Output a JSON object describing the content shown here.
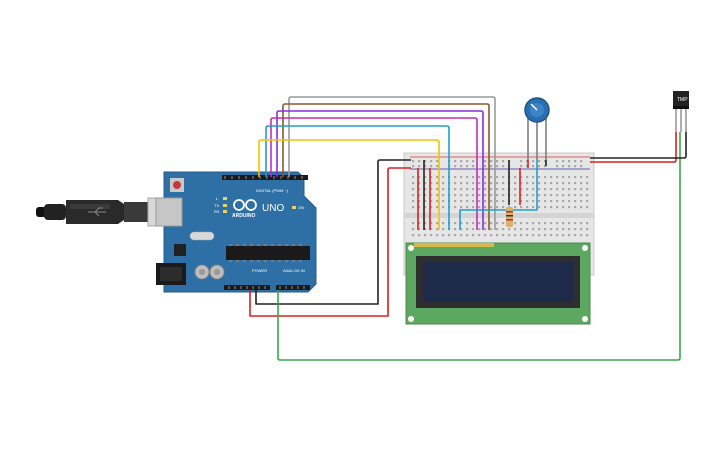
{
  "arduino": {
    "brand": "ARDUINO",
    "model": "UNO",
    "header_digital": "DIGITAL (PWM ~)",
    "header_power": "POWER",
    "header_analog": "ANALOG IN",
    "led_tx": "TX",
    "led_rx": "RX",
    "led_l": "L",
    "led_on": "ON"
  },
  "sensor": {
    "label": "TMP"
  },
  "colors": {
    "board": "#2e6fa5",
    "wire_red": "#d92020",
    "wire_black": "#222222",
    "wire_green": "#3aa64a",
    "wire_yellow": "#f2c200",
    "wire_cyan": "#1ea0c8",
    "wire_purple": "#8a2be2",
    "wire_magenta": "#c42bb8",
    "wire_brown": "#8b5a2b",
    "wire_gray": "#9a9a9a",
    "lcd_board": "#5da860",
    "lcd_screen": "#1e2a4a",
    "potentiometer": "#2a6fb0"
  }
}
